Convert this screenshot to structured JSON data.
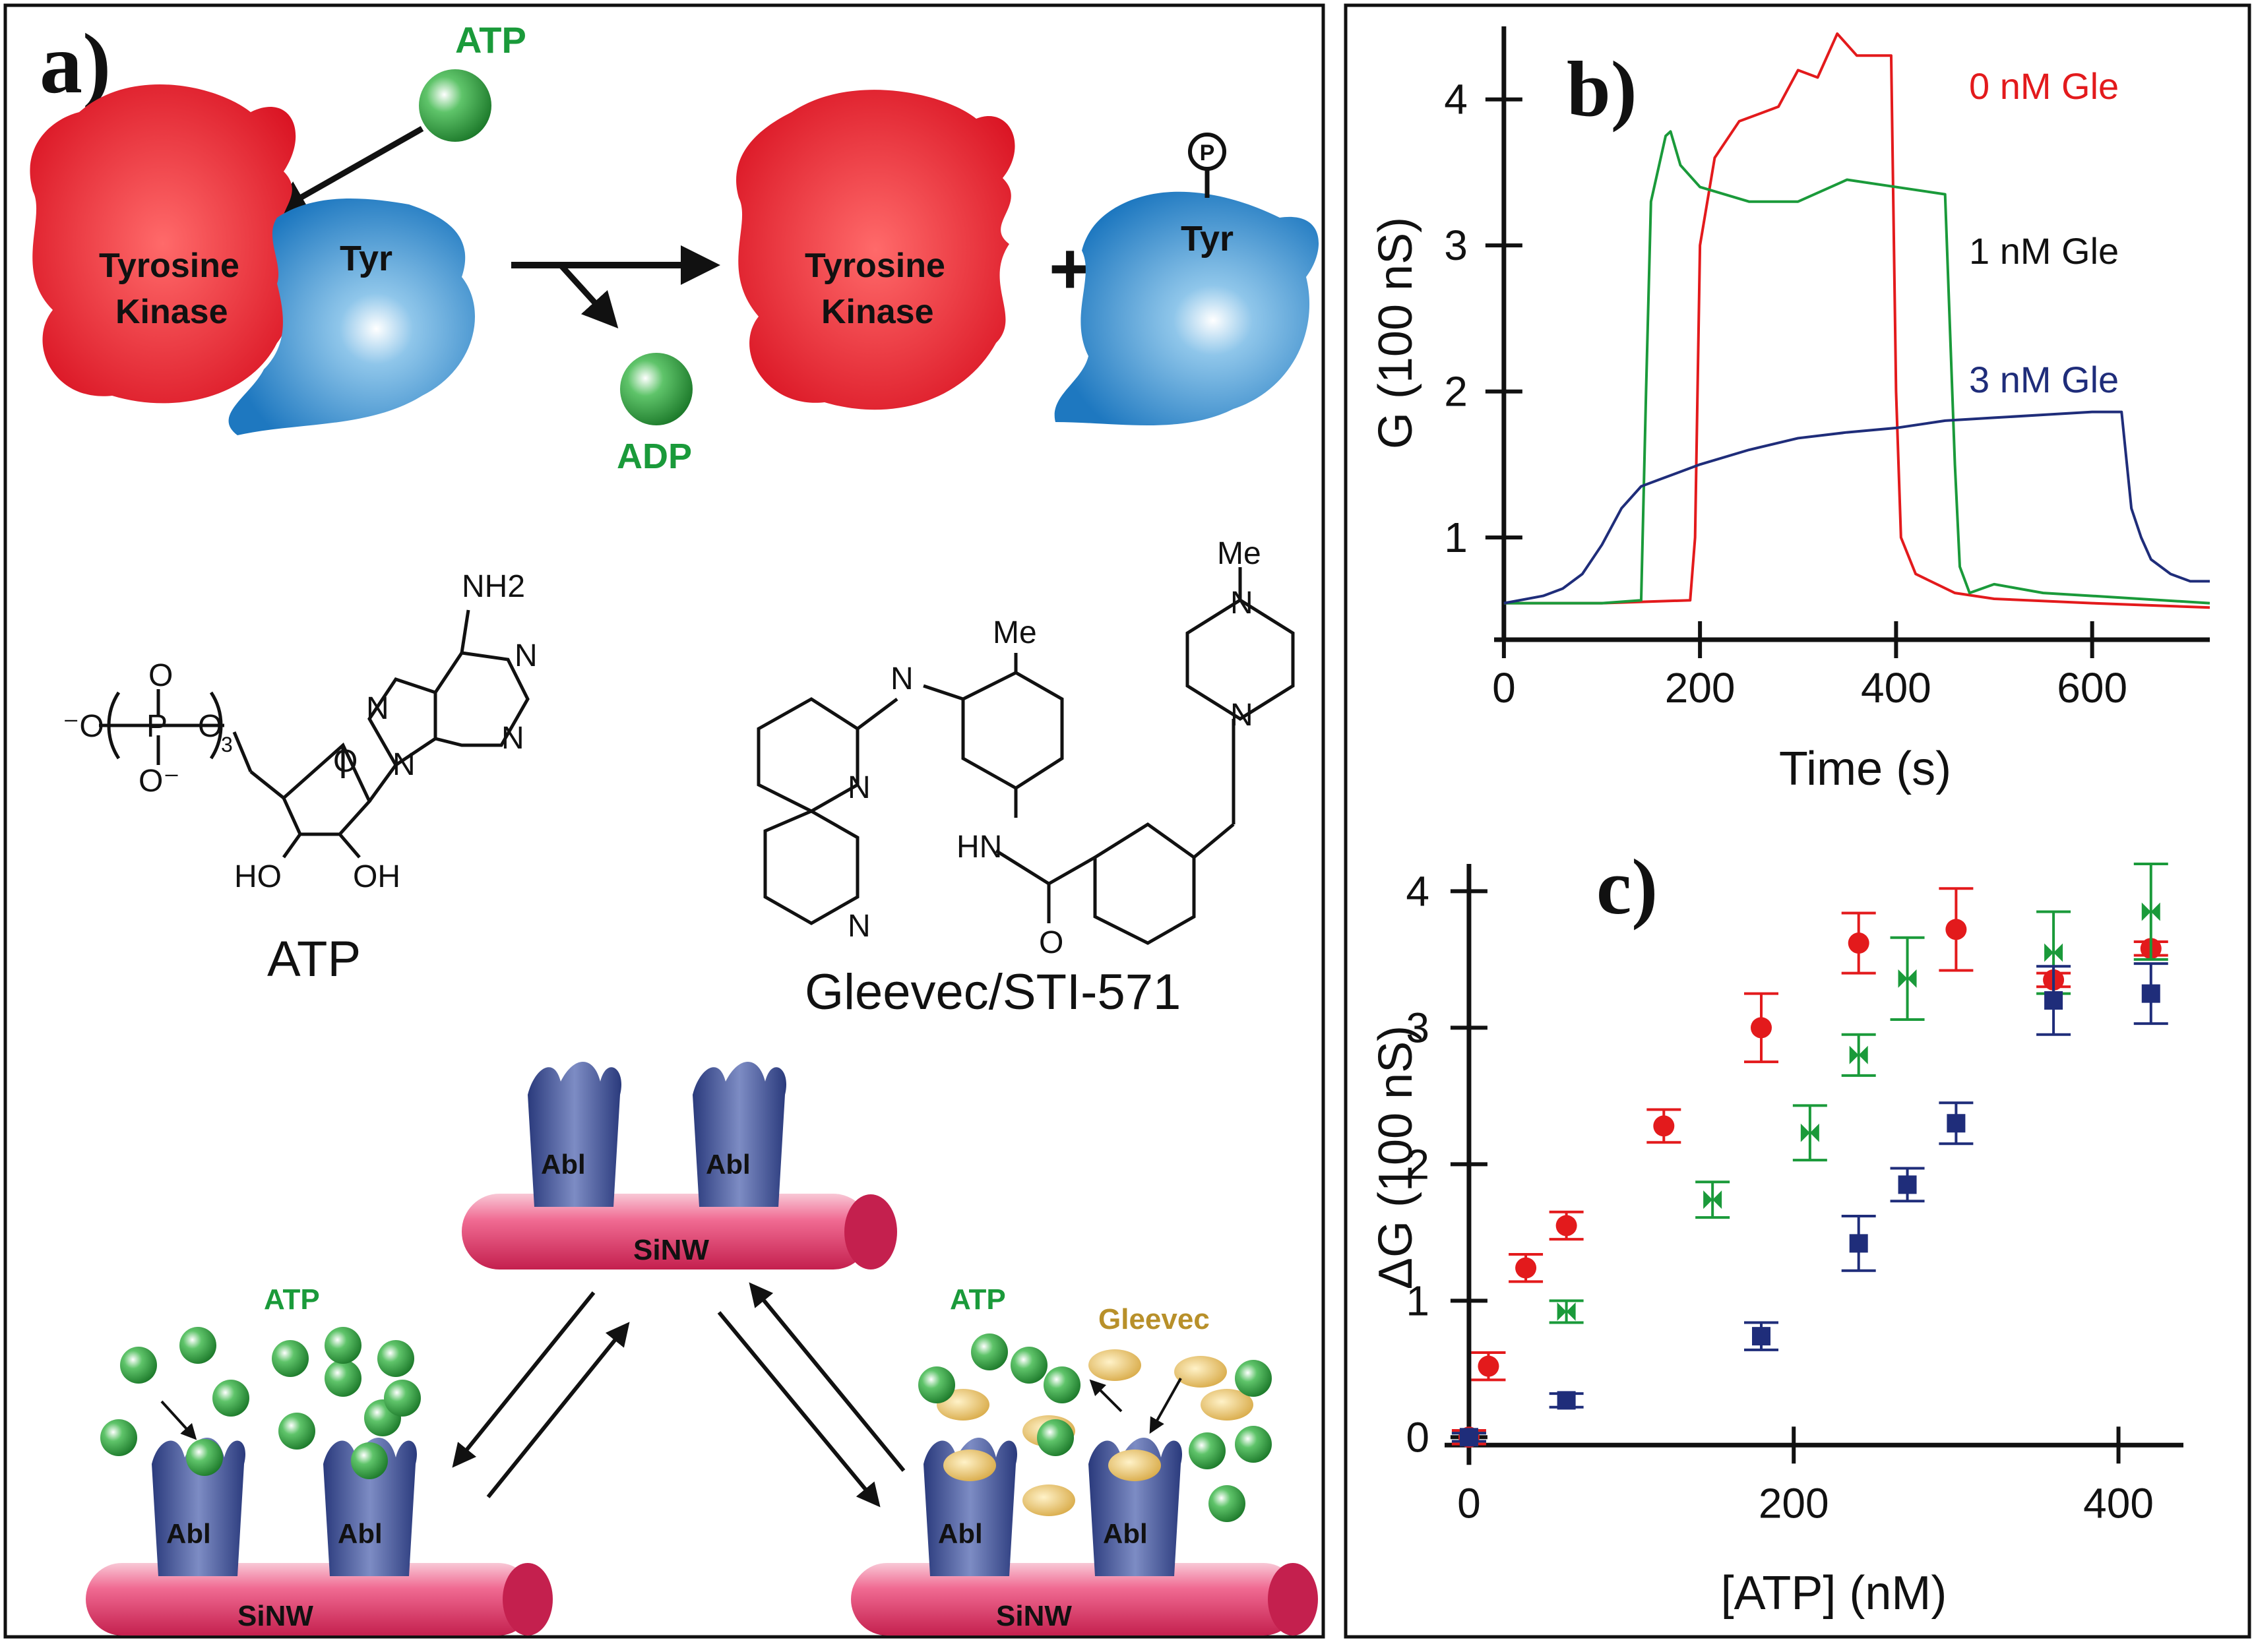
{
  "panel_a": {
    "label": "a)",
    "reaction": {
      "atp": "ATP",
      "adp": "ADP",
      "kinase_line1": "Tyrosine",
      "kinase_line2": "Kinase",
      "substrate": "Tyr",
      "phospho": "P",
      "plus": "+"
    },
    "atp_structure": {
      "name": "ATP",
      "nh2": "NH2",
      "n": "N",
      "o": "O",
      "p": "P",
      "ho": "HO",
      "oh": "OH",
      "o_minus_left": "⁻O",
      "o_minus_bottom": "O⁻",
      "subscript_3": "3"
    },
    "gleevec_structure": {
      "name": "Gleevec/STI-571",
      "me": "Me",
      "n": "N",
      "hn": "HN",
      "o": "O"
    },
    "schematic": {
      "abl": "Abl",
      "sinw": "SiNW",
      "atp": "ATP",
      "gleevec": "Gleevec"
    }
  },
  "chart_data": [
    {
      "panel_label": "b)",
      "type": "line",
      "xlabel": "Time (s)",
      "ylabel": "G (100 nS)",
      "xlim": [
        -10,
        720
      ],
      "ylim": [
        0.3,
        4.5
      ],
      "xticks": [
        0,
        200,
        400,
        600
      ],
      "yticks": [
        1,
        2,
        3,
        4
      ],
      "legend_placement": "top-right inline",
      "series": [
        {
          "name": "0 nM Gle",
          "color": "#e31a1c",
          "x": [
            0,
            100,
            190,
            195,
            200,
            215,
            240,
            280,
            300,
            320,
            340,
            360,
            380,
            395,
            400,
            405,
            420,
            460,
            500,
            600,
            720
          ],
          "y": [
            0.55,
            0.55,
            0.57,
            1.0,
            3.0,
            3.6,
            3.85,
            3.95,
            4.2,
            4.15,
            4.45,
            4.3,
            4.3,
            4.3,
            2.0,
            1.0,
            0.75,
            0.62,
            0.58,
            0.55,
            0.52
          ]
        },
        {
          "name": "1 nM Gle",
          "color": "#1a9a3a",
          "x": [
            0,
            50,
            100,
            140,
            145,
            150,
            165,
            170,
            180,
            200,
            250,
            300,
            350,
            400,
            450,
            460,
            465,
            475,
            500,
            550,
            600,
            720
          ],
          "y": [
            0.55,
            0.55,
            0.55,
            0.57,
            2.0,
            3.3,
            3.75,
            3.78,
            3.55,
            3.4,
            3.3,
            3.3,
            3.45,
            3.4,
            3.35,
            1.5,
            0.8,
            0.62,
            0.68,
            0.62,
            0.6,
            0.55
          ]
        },
        {
          "name": "3 nM Gle",
          "color": "#1f2d7a",
          "x": [
            0,
            40,
            60,
            80,
            100,
            120,
            140,
            160,
            200,
            250,
            300,
            350,
            400,
            450,
            500,
            550,
            600,
            630,
            640,
            650,
            660,
            680,
            700,
            720
          ],
          "y": [
            0.55,
            0.6,
            0.65,
            0.75,
            0.95,
            1.2,
            1.35,
            1.4,
            1.5,
            1.6,
            1.68,
            1.72,
            1.75,
            1.8,
            1.82,
            1.84,
            1.86,
            1.86,
            1.2,
            1.0,
            0.85,
            0.75,
            0.7,
            0.7
          ]
        }
      ]
    },
    {
      "panel_label": "c)",
      "type": "scatter",
      "xlabel": "[ATP] (nM)",
      "ylabel": "ΔG (100 nS)",
      "xlim": [
        -15,
        440
      ],
      "ylim": [
        -0.1,
        4.2
      ],
      "xticks": [
        0,
        200,
        400
      ],
      "yticks": [
        0,
        1,
        2,
        3,
        4
      ],
      "series": [
        {
          "color": "#e31a1c",
          "marker": "circle",
          "x": [
            0,
            12,
            35,
            60,
            120,
            180,
            240,
            300,
            360,
            420
          ],
          "y": [
            0.0,
            0.52,
            1.24,
            1.55,
            2.28,
            3.0,
            3.62,
            3.72,
            3.35,
            3.58
          ],
          "err": [
            0.05,
            0.1,
            0.1,
            0.1,
            0.12,
            0.25,
            0.22,
            0.3,
            0.05,
            0.05
          ]
        },
        {
          "color": "#1a9a3a",
          "marker": "bowtie",
          "x": [
            0,
            60,
            150,
            210,
            240,
            270,
            360,
            420
          ],
          "y": [
            0.0,
            0.92,
            1.74,
            2.23,
            2.8,
            3.36,
            3.55,
            3.85
          ],
          "err": [
            0.03,
            0.08,
            0.13,
            0.2,
            0.15,
            0.3,
            0.3,
            0.35
          ]
        },
        {
          "color": "#1f2d7a",
          "marker": "square",
          "x": [
            0,
            60,
            180,
            240,
            270,
            300,
            360,
            420
          ],
          "y": [
            0.0,
            0.27,
            0.74,
            1.42,
            1.85,
            2.3,
            3.2,
            3.25
          ],
          "err": [
            0.03,
            0.05,
            0.1,
            0.2,
            0.12,
            0.15,
            0.25,
            0.22
          ]
        }
      ]
    }
  ]
}
